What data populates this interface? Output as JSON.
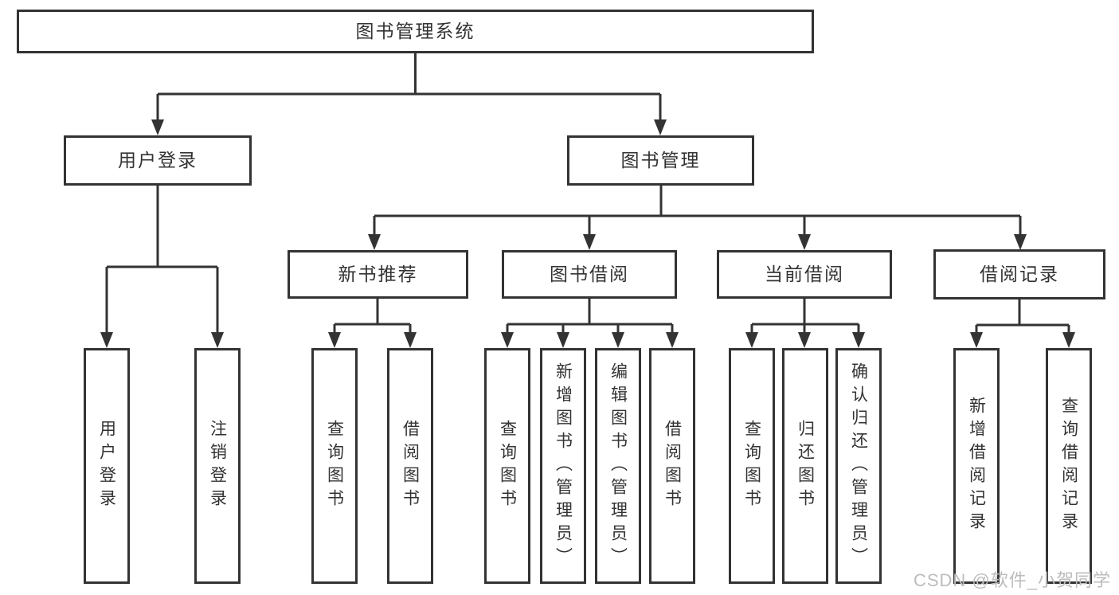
{
  "diagram": {
    "root": {
      "label": "图书管理系统"
    },
    "branches": {
      "user_login": {
        "label": "用户登录",
        "children": {
          "login": {
            "label": "用户登录"
          },
          "logout": {
            "label": "注销登录"
          }
        }
      },
      "book_management": {
        "label": "图书管理",
        "children": {
          "new_book": {
            "label": "新书推荐",
            "children": {
              "query": {
                "label": "查询图书"
              },
              "borrow": {
                "label": "借阅图书"
              }
            }
          },
          "borrowing": {
            "label": "图书借阅",
            "children": {
              "query": {
                "label": "查询图书"
              },
              "add": {
                "label": "新增图书（管理员）"
              },
              "edit": {
                "label": "编辑图书（管理员）"
              },
              "borrow": {
                "label": "借阅图书"
              }
            }
          },
          "current": {
            "label": "当前借阅",
            "children": {
              "query": {
                "label": "查询图书"
              },
              "return": {
                "label": "归还图书"
              },
              "confirm": {
                "label": "确认归还（管理员）"
              }
            }
          },
          "records": {
            "label": "借阅记录",
            "children": {
              "add": {
                "label": "新增借阅记录"
              },
              "query": {
                "label": "查询借阅记录"
              }
            }
          }
        }
      }
    },
    "watermark": "CSDN @软件_小贺同学",
    "colors": {
      "line": "#333333",
      "text": "#333333",
      "background": "#ffffff",
      "watermark": "#bcbcbc"
    }
  }
}
